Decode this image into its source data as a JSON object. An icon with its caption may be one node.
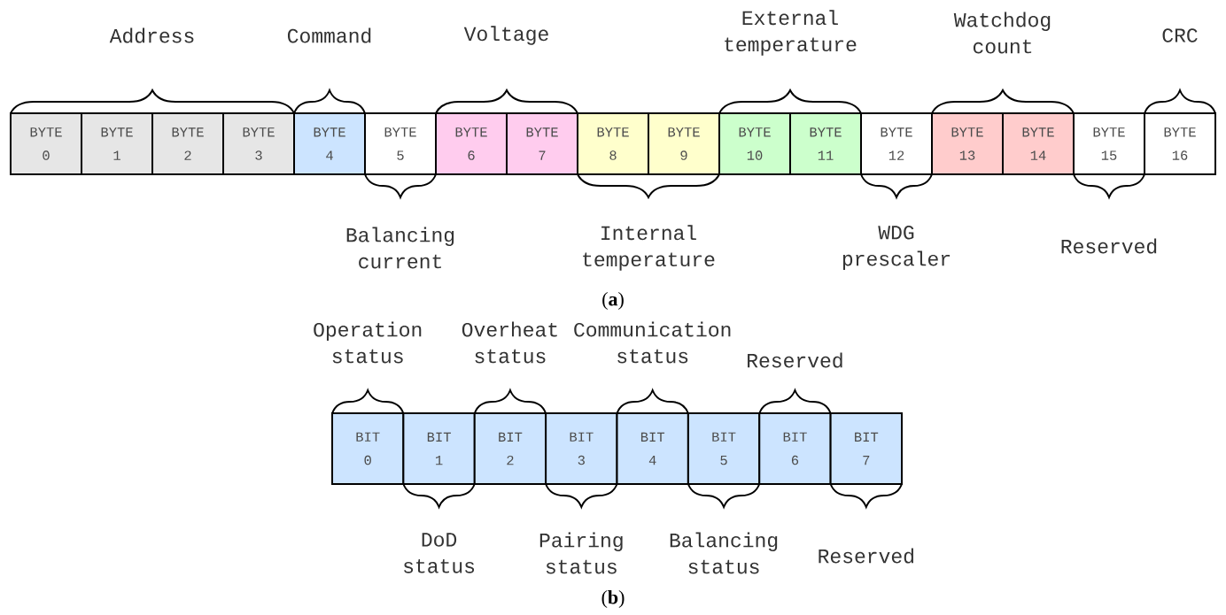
{
  "diagram": {
    "nodes": [
      {
        "text": [
          "BYTE 0"
        ]
      },
      {
        "text": [
          "BYTE 1"
        ]
      },
      {
        "text": [
          "BYTE 2"
        ]
      },
      {
        "text": [
          "BYTE 3"
        ]
      },
      {
        "text": [
          "BYTE 4"
        ]
      },
      {
        "text": [
          "BYTE 5"
        ]
      },
      {
        "text": [
          "BYTE 6"
        ]
      },
      {
        "text": [
          "BYTE 7"
        ]
      },
      {
        "text": [
          "BYTE 8"
        ]
      },
      {
        "text": [
          "BYTE 9"
        ]
      },
      {
        "text": [
          "BYTE 10"
        ]
      },
      {
        "text": [
          "BYTE 11"
        ]
      },
      {
        "text": [
          "BYTE 12"
        ]
      },
      {
        "text": [
          "BYTE 13"
        ]
      },
      {
        "text": [
          "BYTE 14"
        ]
      },
      {
        "text": [
          "BYTE 15"
        ]
      },
      {
        "text": [
          "BYTE 16"
        ]
      },
      {
        "text": [
          "BIT 0"
        ]
      },
      {
        "text": [
          "BIT 1"
        ]
      },
      {
        "text": [
          "BIT 2"
        ]
      },
      {
        "text": [
          "BIT 3"
        ]
      },
      {
        "text": [
          "BIT 4"
        ]
      },
      {
        "text": [
          "BIT 5"
        ]
      },
      {
        "text": [
          "BIT 6"
        ]
      },
      {
        "text": [
          "BIT 7"
        ]
      }
    ],
    "labels": [
      "Address",
      "Command",
      "Voltage",
      "External temperature",
      "Watchdog count",
      "CRC",
      "Balancing current",
      "Internal temperature",
      "WDG prescaler",
      "Reserved",
      "(**a**)",
      "Operation status",
      "Overheat status",
      "Communication status",
      "Reserved",
      "DoD status",
      "Pairing status",
      "Balancing status",
      "Reserved",
      "(**b**)"
    ]
  }
}
